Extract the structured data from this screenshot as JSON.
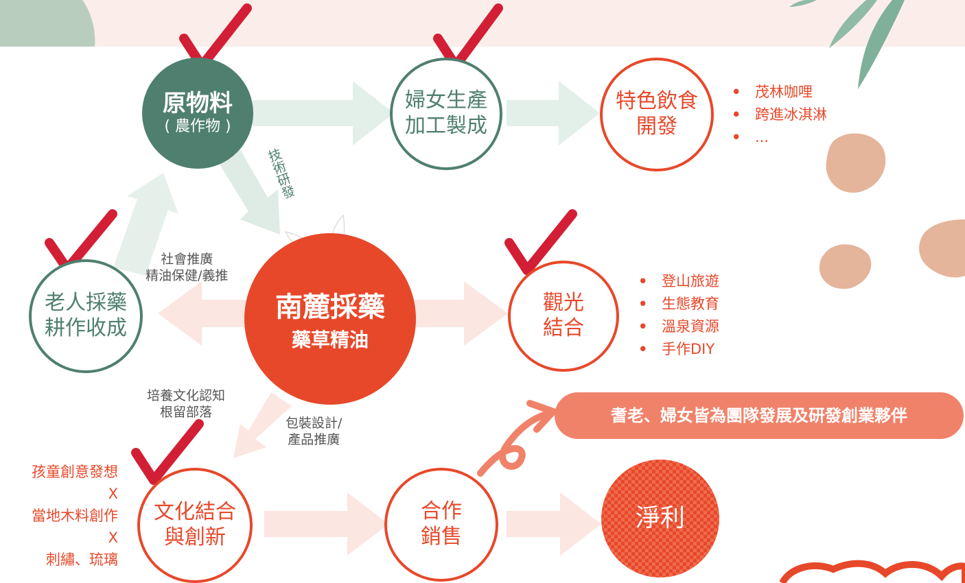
{
  "nodes": {
    "raw_material": {
      "title": "原物料",
      "sub": "( 農作物 )"
    },
    "women_production": {
      "line1": "婦女生產",
      "line2": "加工製成"
    },
    "special_food": {
      "line1": "特色飲食",
      "line2": "開發"
    },
    "elder_harvest": {
      "line1": "老人採藥",
      "line2": "耕作收成"
    },
    "nanlu": {
      "title": "南麓採藥",
      "sub": "藥草精油"
    },
    "tourism": {
      "line1": "觀光",
      "line2": "結合"
    },
    "culture": {
      "line1": "文化結合",
      "line2": "與創新"
    },
    "sales": {
      "line1": "合作",
      "line2": "銷售"
    },
    "profit": {
      "label": "淨利"
    }
  },
  "edge_labels": {
    "tech_rd": "技術研發",
    "social_1": "社會推廣",
    "social_2": "精油保健/義推",
    "culture_1": "培養文化認知",
    "culture_2": "根留部落",
    "pack_1": "包裝設計/",
    "pack_2": "產品推廣"
  },
  "food_items": [
    "茂林咖哩",
    "跨進冰淇淋",
    "..."
  ],
  "tourism_items": [
    "登山旅遊",
    "生態教育",
    "溫泉資源",
    "手作DIY"
  ],
  "culture_list": [
    "孩童創意發想",
    "X",
    "當地木料創作",
    "X",
    "刺繡、琉璃"
  ],
  "banner": "耆老、婦女皆為團隊發展及研發創業夥伴",
  "colors": {
    "green": "#4f7f6f",
    "red": "#e7482a",
    "pale_green": "#e3efe9",
    "pale_red": "#fbe6e1",
    "salmon": "#f0826a",
    "blob": "#e4b49b"
  }
}
